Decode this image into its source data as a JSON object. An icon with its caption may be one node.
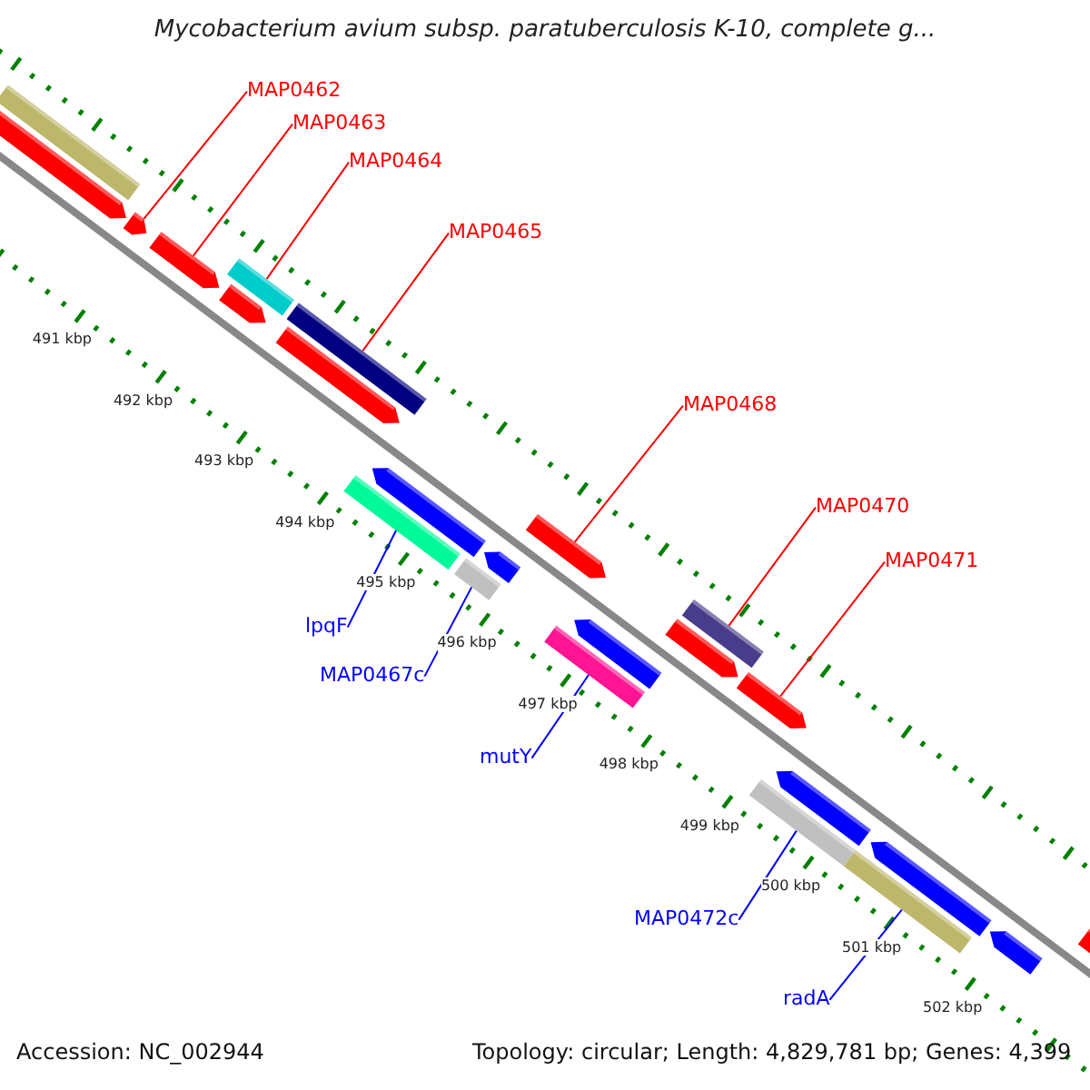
{
  "diagram": {
    "title": "Mycobacterium avium subsp. paratuberculosis K-10, complete g...",
    "nodes": [
      {
        "text": [
          "MAP0462"
        ]
      },
      {
        "text": [
          "MAP0463"
        ]
      },
      {
        "text": [
          "MAP0464"
        ]
      },
      {
        "text": [
          "MAP0465"
        ]
      },
      {
        "text": [
          "MAP0468"
        ]
      },
      {
        "text": [
          "MAP0470"
        ]
      },
      {
        "text": [
          "MAP0471"
        ]
      },
      {
        "text": [
          "lpqF"
        ]
      },
      {
        "text": [
          "MAP0467c"
        ]
      },
      {
        "text": [
          "mutY"
        ]
      },
      {
        "text": [
          "MAP0472c"
        ]
      },
      {
        "text": [
          "radA"
        ]
      },
      {
        "text": [],
        "shape": "bar"
      },
      {
        "text": [],
        "shape": "bar"
      },
      {
        "text": [],
        "shape": "bar"
      },
      {
        "text": [],
        "shape": "bar"
      },
      {
        "text": [],
        "shape": "bar"
      },
      {
        "text": [],
        "shape": "bar"
      },
      {
        "text": [],
        "shape": "bar"
      },
      {
        "text": [],
        "shape": "bar"
      },
      {
        "text": [],
        "shape": "bar"
      },
      {
        "text": [],
        "shape": "bar"
      },
      {
        "text": [],
        "shape": "bar"
      },
      {
        "text": [],
        "shape": "bar"
      },
      {
        "text": [],
        "shape": "bar"
      },
      {
        "text": [],
        "shape": "bar"
      },
      {
        "text": [],
        "shape": "bar"
      },
      {
        "text": [],
        "shape": "bar"
      },
      {
        "text": [],
        "shape": "bar"
      },
      {
        "text": [],
        "shape": "bar"
      },
      {
        "text": [],
        "shape": "bar"
      },
      {
        "text": [],
        "shape": "bar"
      },
      {
        "text": [],
        "shape": "bar"
      },
      {
        "text": [],
        "shape": "bar"
      },
      {
        "text": [],
        "shape": "bar"
      },
      {
        "text": [],
        "shape": "bar"
      }
    ],
    "edges": [
      {
        "from": 0,
        "to": 14,
        "arrow": "none"
      },
      {
        "from": 1,
        "to": 15,
        "arrow": "none"
      },
      {
        "from": 2,
        "to": 16,
        "arrow": "none"
      },
      {
        "from": 3,
        "to": 18,
        "arrow": "none"
      },
      {
        "from": 4,
        "to": 24,
        "arrow": "none"
      },
      {
        "from": 5,
        "to": 28,
        "arrow": "none"
      },
      {
        "from": 6,
        "to": 29,
        "arrow": "none"
      },
      {
        "from": 7,
        "to": 20,
        "arrow": "none",
        "color": "#0000ff"
      },
      {
        "from": 8,
        "to": 22,
        "arrow": "none",
        "color": "#0000ff"
      },
      {
        "from": 9,
        "to": 25,
        "arrow": "none",
        "color": "#0000ff"
      },
      {
        "from": 10,
        "to": 30,
        "arrow": "none",
        "color": "#0000ff"
      },
      {
        "from": 11,
        "to": 32,
        "arrow": "none",
        "color": "#0000ff"
      }
    ],
    "labels": [
      "491 kbp",
      "492 kbp",
      "493 kbp",
      "494 kbp",
      "495 kbp",
      "496 kbp",
      "497 kbp",
      "498 kbp",
      "499 kbp",
      "500 kbp",
      "501 kbp",
      "502 kbp",
      "Accession: NC_002944",
      "Topology: circular; Length: 4,829,781 bp; Genes: 4,399"
    ]
  }
}
